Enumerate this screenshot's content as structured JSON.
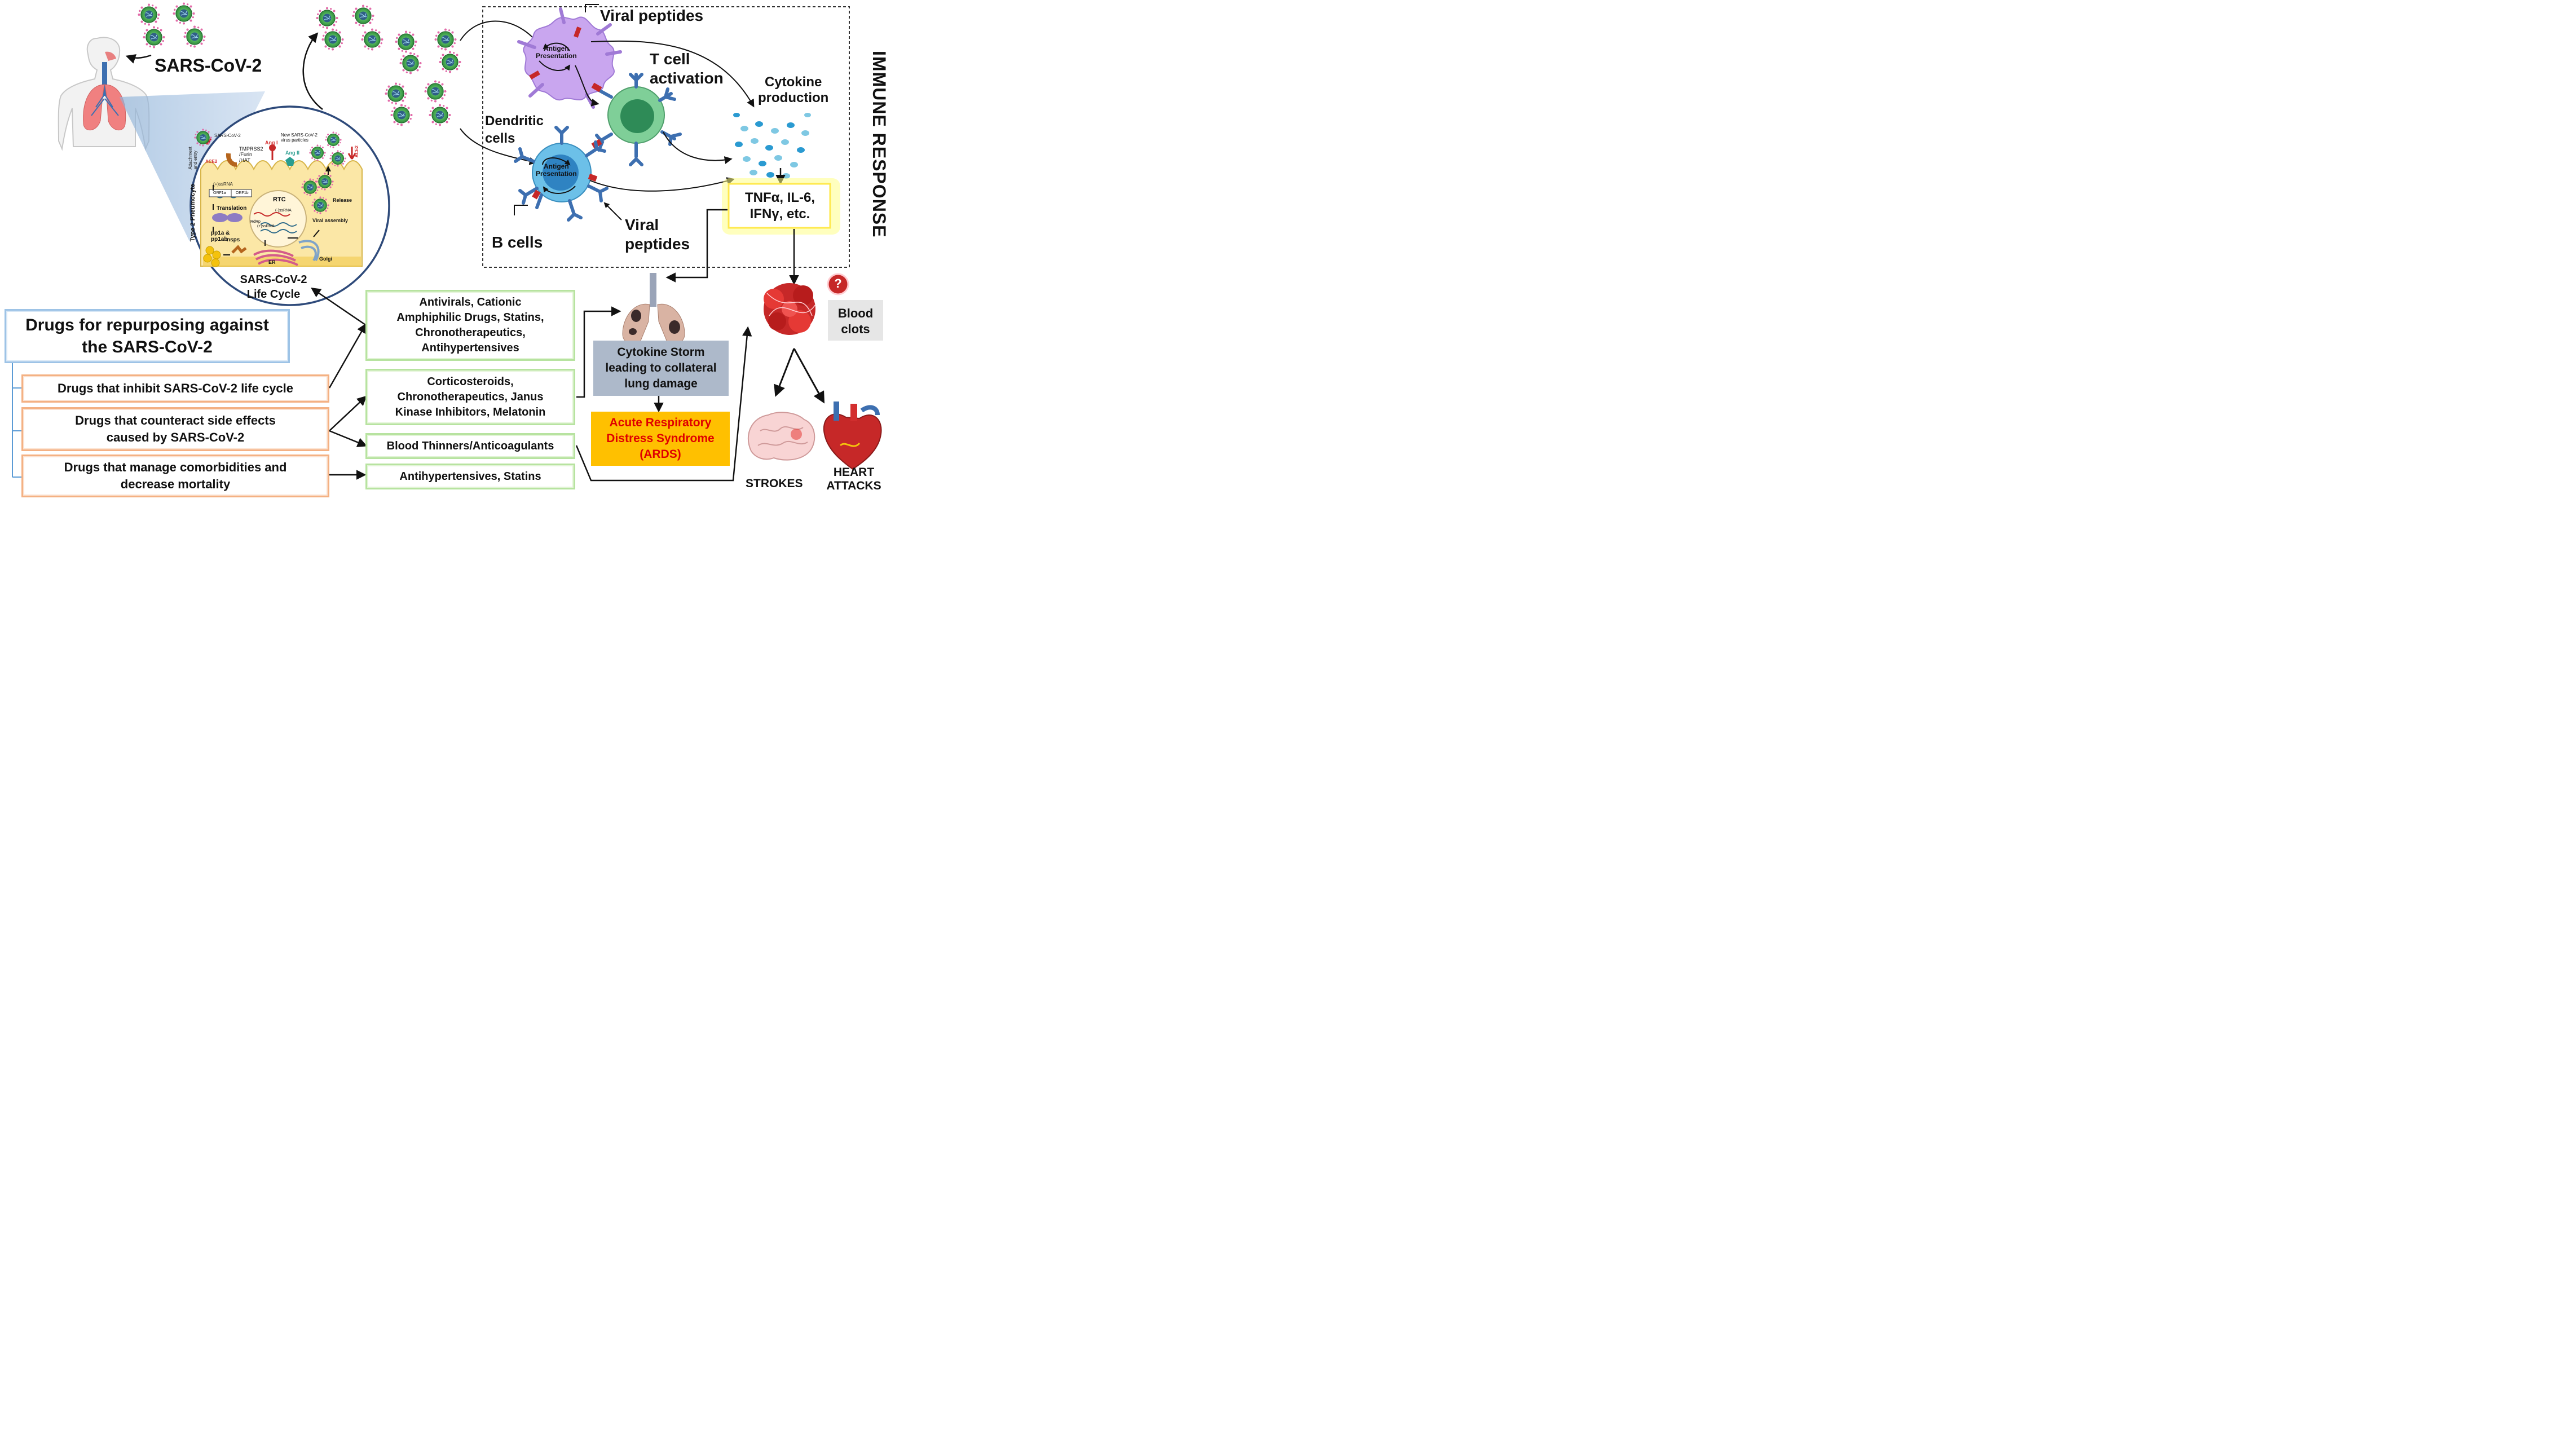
{
  "header": {
    "sars_cov_2": "SARS-CoV-2",
    "immune_response": "IMMUNE RESPONSE"
  },
  "immune": {
    "viral_peptides_top": "Viral peptides",
    "t_cell_activation": [
      "T cell",
      "activation"
    ],
    "cytokine_production": [
      "Cytokine",
      "production"
    ],
    "dendritic_cells": [
      "Dendritic",
      "cells"
    ],
    "antigen_presentation": [
      "Antigen",
      "Presentation"
    ],
    "b_cells": "B cells",
    "viral_peptides_bottom": [
      "Viral",
      "peptides"
    ],
    "cytokines": [
      "TNFα, IL-6,",
      "IFNγ, etc."
    ]
  },
  "life_cycle": {
    "caption": [
      "SARS-CoV-2",
      "Life Cycle"
    ],
    "cell_type": "Type 2 Pneumocyte",
    "attachment": [
      "Attachment",
      "and entry"
    ],
    "virus": "SARS-CoV-2",
    "tmprss2": [
      "TMPRSS2",
      "/Furin",
      "/HAT"
    ],
    "ang1": "Ang I",
    "ang2": "Ang II",
    "new_particles": [
      "New SARS-CoV-2",
      "virus particles"
    ],
    "ace2": "ACE2",
    "ssrna_pos": "(+)ssRNA",
    "orf1a": "ORF1a",
    "orf1b": "ORF1b",
    "translation": "Translation",
    "pp": [
      "pp1a &",
      "pp1ab"
    ],
    "nsps": "nsps",
    "rtc": "RTC",
    "ssrna_neg": "(-)ssRNA",
    "rdrp": "RdRp",
    "ssrna_pos2": "(+)ssRNA",
    "er": "ER",
    "golgi": "Golgi",
    "release": "Release",
    "viral_assembly": "Viral assembly"
  },
  "drugs": {
    "title": [
      "Drugs for repurposing against",
      "the SARS-CoV-2"
    ],
    "categories": [
      [
        "Drugs that inhibit SARS-CoV-2 life cycle"
      ],
      [
        "Drugs that counteract side effects",
        "caused by SARS-CoV-2"
      ],
      [
        "Drugs that manage comorbidities and",
        "decrease mortality"
      ]
    ],
    "classes": [
      [
        "Antivirals, Cationic",
        "Amphiphilic Drugs, Statins,",
        "Chronotherapeutics,",
        "Antihypertensives"
      ],
      [
        "Corticosteroids,",
        "Chronotherapeutics, Janus",
        "Kinase Inhibitors, Melatonin"
      ],
      [
        "Blood Thinners/Anticoagulants"
      ],
      [
        "Antihypertensives, Statins"
      ]
    ]
  },
  "outcomes": {
    "cytokine_storm": [
      "Cytokine Storm",
      "leading to collateral",
      "lung damage"
    ],
    "ards": [
      "Acute Respiratory",
      "Distress Syndrome",
      "(ARDS)"
    ],
    "blood_clots": [
      "Blood",
      "clots"
    ],
    "question": "?",
    "strokes": "STROKES",
    "heart_attacks": [
      "HEART",
      "ATTACKS"
    ]
  },
  "colors": {
    "virus_green": "#4caf50",
    "dendritic_purple": "#c9a6ef",
    "b_cell_blue": "#5fb4de",
    "t_cell_green": "#6cc08b",
    "cytokine_glow": "#ffff99",
    "ards_bg": "#ffc000",
    "ards_text": "#e00000",
    "storm_bg": "#adb9ca",
    "clot_red": "#c62828",
    "cell_yellow": "#fbe7a6"
  }
}
